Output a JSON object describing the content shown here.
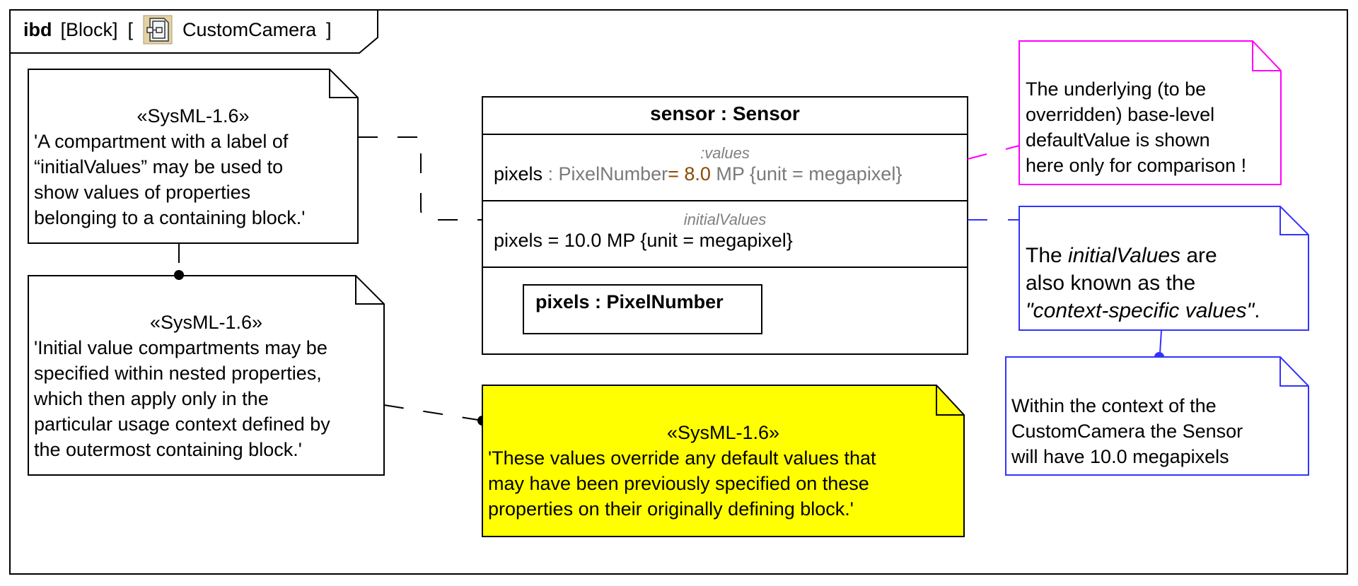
{
  "frame": {
    "kind": "ibd",
    "element_type": "[Block]",
    "open_bracket": "[",
    "close_bracket": "]",
    "block_icon": "block-icon",
    "name": "CustomCamera"
  },
  "notes": {
    "top_left": {
      "stereotype": "«SysML-1.6»",
      "lines": [
        "'A compartment with a label of",
        "“initialValues” may be used to",
        "show values of properties",
        "belonging to a containing block.'"
      ]
    },
    "bottom_left": {
      "stereotype": "«SysML-1.6»",
      "lines": [
        "'Initial value compartments may be",
        "specified within nested properties,",
        "which then apply only in the",
        "particular usage context defined by",
        "the outermost containing block.'"
      ]
    },
    "yellow": {
      "stereotype": "«SysML-1.6»",
      "lines": [
        "'These values override any default values that",
        "may have been previously specified on these",
        "properties on their originally defining block.'"
      ],
      "fill_color": "#ffff00"
    },
    "magenta": {
      "lines": [
        "The underlying (to be",
        "overridden) base-level",
        "defaultValue is shown",
        "here only for comparison !"
      ],
      "border_color": "#ff00ff"
    },
    "blue_top": {
      "line1_prefix": "The ",
      "line1_italic": "initialValues",
      "line1_suffix": " are",
      "line2": "also known as the",
      "line3_italic": "\"context-specific values\"",
      "line3_suffix": ".",
      "border_color": "#3333ff"
    },
    "blue_bottom": {
      "lines": [
        "Within the context of the",
        "CustomCamera the Sensor",
        "will have 10.0 megapixels"
      ],
      "border_color": "#3333ff"
    }
  },
  "block": {
    "title": "sensor : Sensor",
    "values_compartment": {
      "label": ":values",
      "property": "pixels",
      "type_sep": " : ",
      "type": "PixelNumber",
      "default_value": "= 8.0",
      "unit_text": " MP {unit = megapixel}"
    },
    "initial_values_compartment": {
      "label": "initialValues",
      "row": "pixels = 10.0 MP {unit = megapixel}"
    },
    "part": {
      "label": "pixels : PixelNumber"
    }
  }
}
